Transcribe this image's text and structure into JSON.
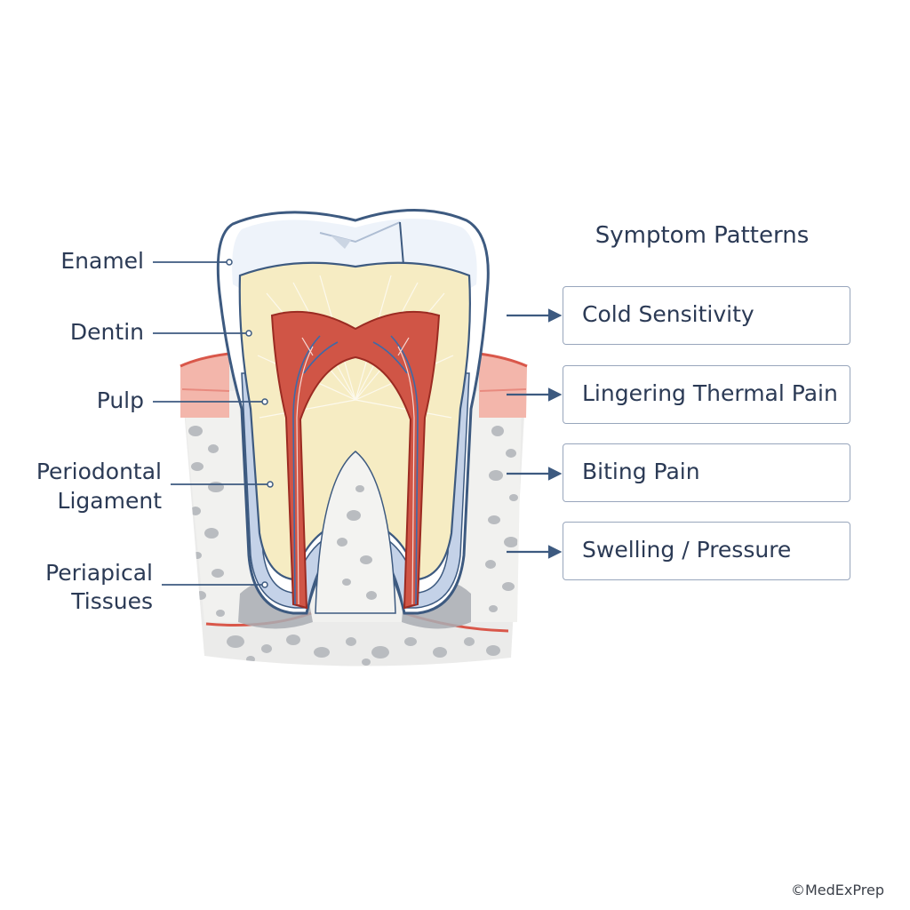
{
  "anatomy_labels": {
    "enamel": "Enamel",
    "dentin": "Dentin",
    "pulp": "Pulp",
    "periodontal_ligament_1": "Periodontal",
    "periodontal_ligament_2": "Ligament",
    "periapical_tissues_1": "Periapical",
    "periapical_tissues_2": "Tissues"
  },
  "symptoms": {
    "title": "Symptom Patterns",
    "items": [
      "Cold Sensitivity",
      "Lingering Thermal Pain",
      "Biting Pain",
      "Swelling / Pressure"
    ]
  },
  "footer": {
    "copyright": "©MedExPrep"
  },
  "colors": {
    "outline": "#3d5a80",
    "enamel": "#ffffff",
    "dentin": "#f7edc4",
    "pulp": "#d05546",
    "gum": "#f0b7ae",
    "bone": "#ececec",
    "ligament": "#c9d6ea"
  }
}
